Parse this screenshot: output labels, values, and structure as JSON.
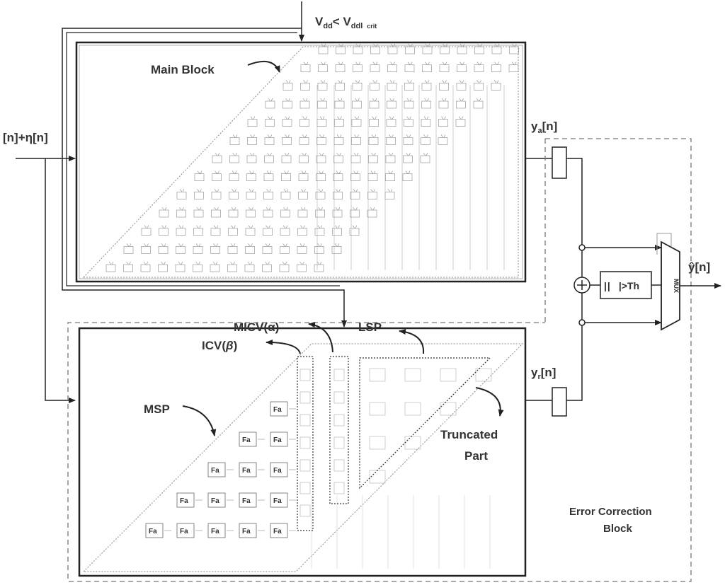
{
  "labels": {
    "vdd_main": "V",
    "vdd_sub1": "dd",
    "vdd_lt": "< V",
    "vdd_sub2": "ddl",
    "vdd_sub3": "crit",
    "input": "[n]+η[n]",
    "main_block": "Main Block",
    "ya": "y",
    "ya_sub": "a",
    "ya_rest": "[n]",
    "yr": "y",
    "yr_sub": "r",
    "yr_rest": "[n]",
    "micv": "MICV(α)",
    "icv": "ICV(",
    "icv_beta": "β",
    "icv_close": ")",
    "lsp": "LSP",
    "msp": "MSP",
    "truncated_1": "Truncated",
    "truncated_2": "Part",
    "ecb_1": "Error Correction",
    "ecb_2": "Block",
    "threshold_a": "|",
    "threshold_b": "|",
    "threshold_c": "|>Th",
    "mux": "MUX",
    "output": "ŷ[n]",
    "fa": "Fa"
  }
}
